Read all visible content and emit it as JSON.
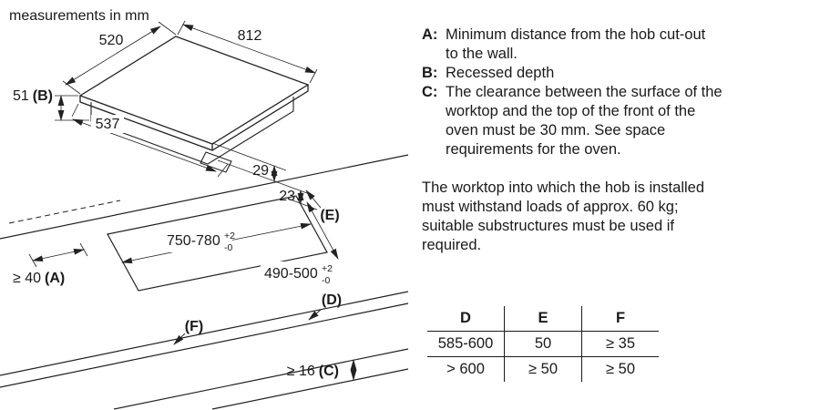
{
  "header": {
    "title": "measurements in mm"
  },
  "diagram": {
    "hob_width": "812",
    "hob_depth": "520",
    "recess_value": "51",
    "recess_tag": "(B)",
    "front_depth": "537",
    "dim_29": "29",
    "dim_23": "23",
    "cutout_width": "750-780",
    "cutout_width_tol_plus": "+2",
    "cutout_width_tol_minus": "-0",
    "cutout_depth": "490-500",
    "cutout_depth_tol_plus": "+2",
    "cutout_depth_tol_minus": "-0",
    "wall_clearance_value": "≥ 40",
    "wall_clearance_tag": "(A)",
    "thickness_value": "≥ 16",
    "thickness_tag": "(C)",
    "tag_d": "(D)",
    "tag_e": "(E)",
    "tag_f": "(F)"
  },
  "notes": [
    {
      "key": "A:",
      "text": "Minimum distance from the hob cut-out\nto the wall."
    },
    {
      "key": "B:",
      "text": "Recessed depth"
    },
    {
      "key": "C:",
      "text": "The clearance between the surface of the\nworktop and the top of the front of the\noven must be 30 mm. See space\nrequirements for the oven."
    }
  ],
  "paragraph": "The worktop into which the hob is installed\nmust withstand loads of approx. 60 kg;\nsuitable substructures must be used if\nrequired.",
  "table": {
    "headers": [
      "D",
      "E",
      "F"
    ],
    "rows": [
      [
        "585-600",
        "50",
        "≥ 35"
      ],
      [
        "> 600",
        "≥ 50",
        "≥ 50"
      ]
    ]
  }
}
